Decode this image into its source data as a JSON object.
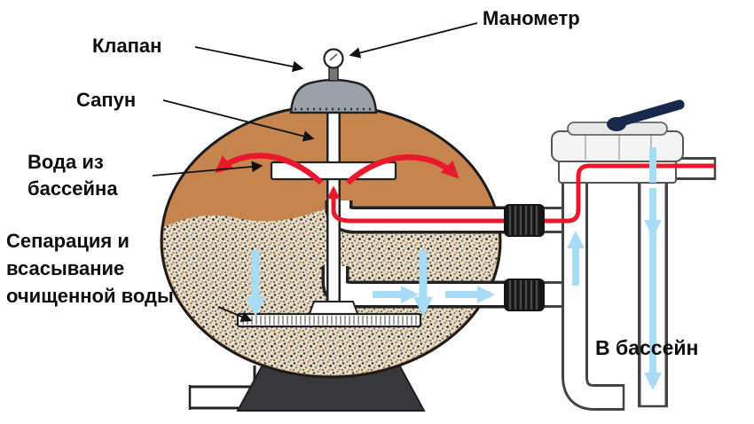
{
  "labels": {
    "manometer": "Манометр",
    "valve": "Клапан",
    "breather": "Сапун",
    "water_from_pool": [
      "Вода из",
      "бассейна"
    ],
    "separation": [
      "Сепарация и",
      "всасывание",
      "очищенной воды"
    ],
    "to_pool": "В бассейн"
  },
  "icons": {
    "inflow_arrow": "red-flow-arrow",
    "outflow_arrow": "blue-flow-arrow",
    "pointer_arrow": "black-pointer-arrow"
  },
  "colors": {
    "background": "#ffffff",
    "tank_top": "#c6854f",
    "sand_background": "#e9ddc8",
    "dome": "#9ba1a9",
    "stand": "#38383c",
    "pipe_fill": "#ffffff",
    "pipe_outline": "#333333",
    "inflow_red": "#e8192c",
    "outflow_blue": "#a6dcf5",
    "handle_navy": "#16294d",
    "label_text": "#0d0d0d"
  }
}
